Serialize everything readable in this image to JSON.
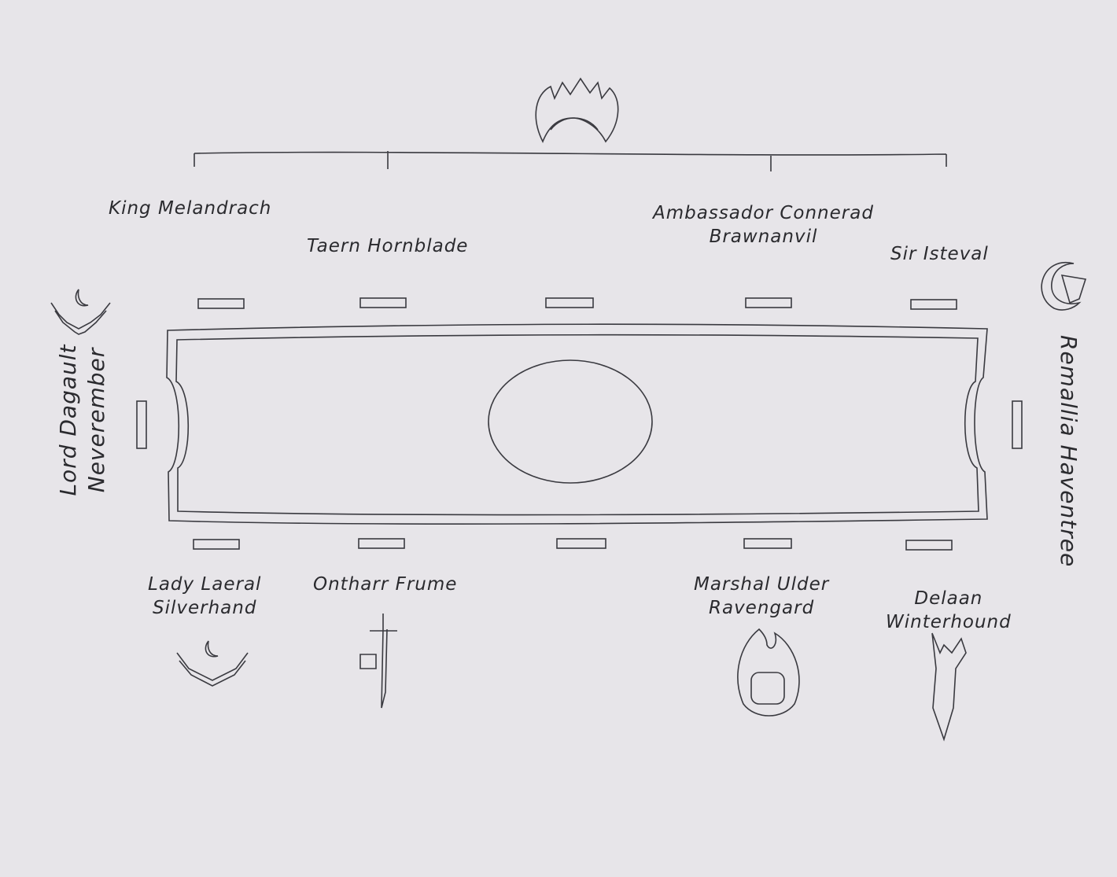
{
  "seats": {
    "top": [
      {
        "name": "King Melandrach"
      },
      {
        "name": "Taern Hornblade"
      },
      {
        "name_line1": "Ambassador Connerad",
        "name_line2": "Brawnanvil"
      },
      {
        "name": "Sir Isteval"
      }
    ],
    "left": {
      "name_line1": "Lord Dagault",
      "name_line2": "Neverember"
    },
    "right": {
      "name": "Remallia Haventree"
    },
    "bottom": [
      {
        "name_line1": "Lady Laeral",
        "name_line2": "Silverhand"
      },
      {
        "name": "Ontharr Frume"
      },
      {
        "name_line1": "Marshal Ulder",
        "name_line2": "Ravengard"
      },
      {
        "name_line1": "Delaan",
        "name_line2": "Winterhound"
      }
    ]
  },
  "colors": {
    "paper": "#e7e5e9",
    "ink": "#3a3a40"
  }
}
